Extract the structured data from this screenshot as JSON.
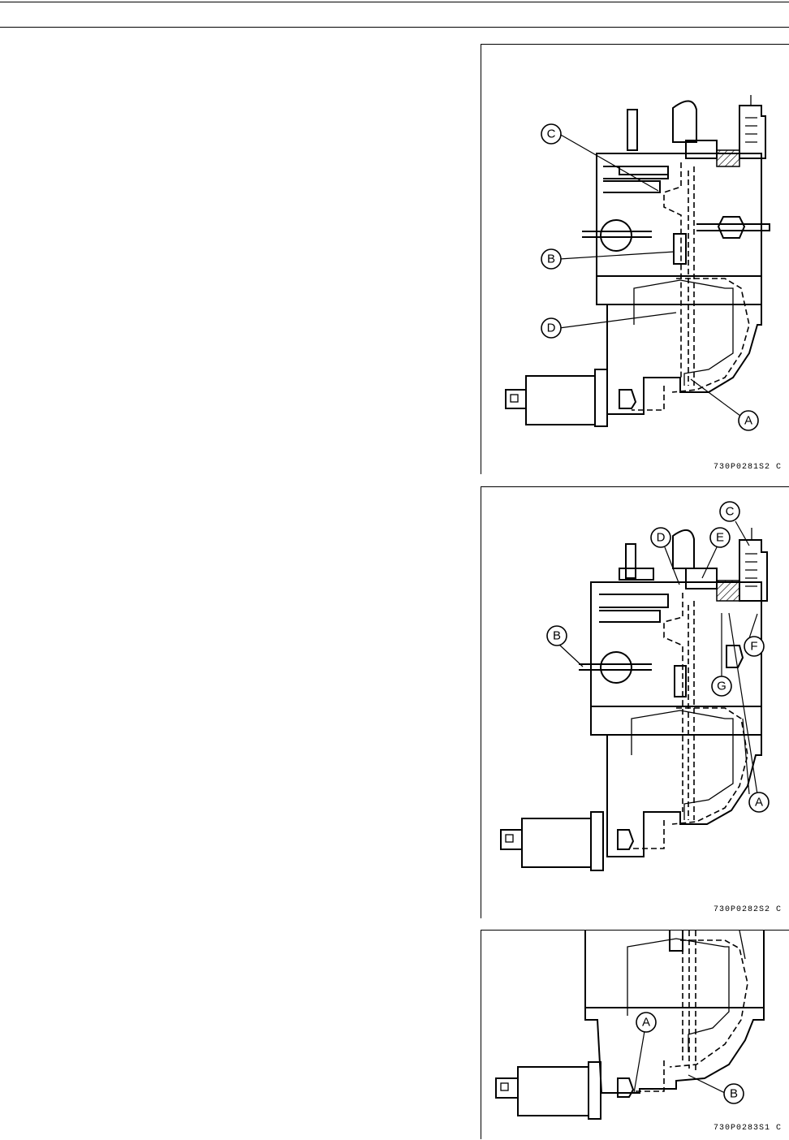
{
  "figures": [
    {
      "id": "fig1",
      "caption": "730P0281S2 C",
      "labels": [
        "A",
        "B",
        "C",
        "D"
      ]
    },
    {
      "id": "fig2",
      "caption": "730P0282S2 C",
      "labels": [
        "A",
        "B",
        "C",
        "D",
        "E",
        "F",
        "G"
      ]
    },
    {
      "id": "fig3",
      "caption": "730P0283S1 C",
      "labels": [
        "A",
        "B"
      ]
    }
  ]
}
